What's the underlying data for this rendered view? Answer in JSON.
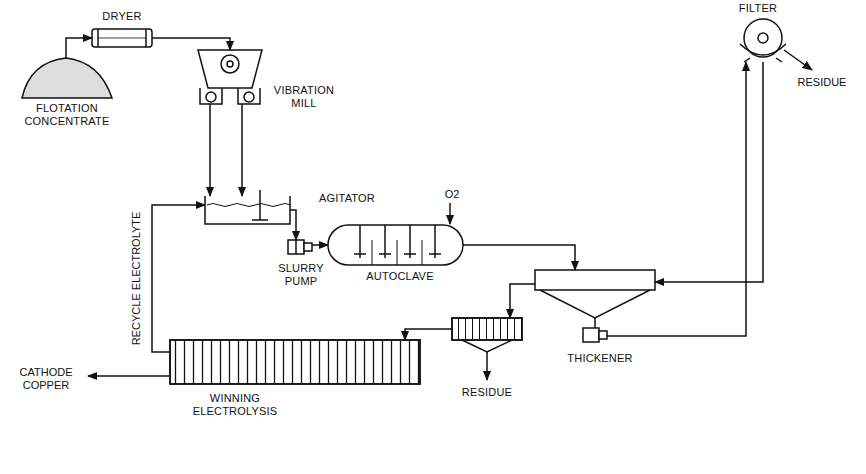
{
  "diagram": {
    "nodes": [
      {
        "text": [
          "FLOTATION CONCENTRATE"
        ]
      },
      {
        "text": [
          "DRYER"
        ]
      },
      {
        "text": [
          "VIBRATION MILL"
        ]
      },
      {
        "text": [
          "AGITATOR"
        ]
      },
      {
        "text": [
          "SLURRY PUMP"
        ]
      },
      {
        "text": [
          "AUTOCLAVE"
        ]
      },
      {
        "text": [
          "THICKENER"
        ]
      },
      {
        "text": [
          "FILTER"
        ]
      },
      {
        "text": [
          "RESIDUE"
        ]
      },
      {
        "text": [
          "WINNING ELECTROLYSIS"
        ]
      }
    ],
    "edges": [
      {
        "from": 0,
        "to": 1,
        "arrow": "to"
      },
      {
        "from": 1,
        "to": 2,
        "arrow": "to"
      },
      {
        "from": 2,
        "to": 3,
        "arrow": "to"
      },
      {
        "from": 3,
        "to": 4,
        "arrow": "to"
      },
      {
        "from": 4,
        "to": 5,
        "arrow": "to"
      },
      {
        "from": 5,
        "to": 6,
        "arrow": "to"
      },
      {
        "from": 6,
        "to": 7,
        "arrow": "to"
      },
      {
        "from": 7,
        "to": 6,
        "arrow": "to"
      },
      {
        "from": 6,
        "to": 8,
        "arrow": "to"
      },
      {
        "from": 8,
        "to": 9,
        "arrow": "to"
      },
      {
        "from": 9,
        "to": 3,
        "label": "RECYCLE ELECTROLYTE",
        "arrow": "to"
      }
    ],
    "labels": [
      "O2",
      "RESIDUE",
      "CATHODE COPPER"
    ]
  }
}
